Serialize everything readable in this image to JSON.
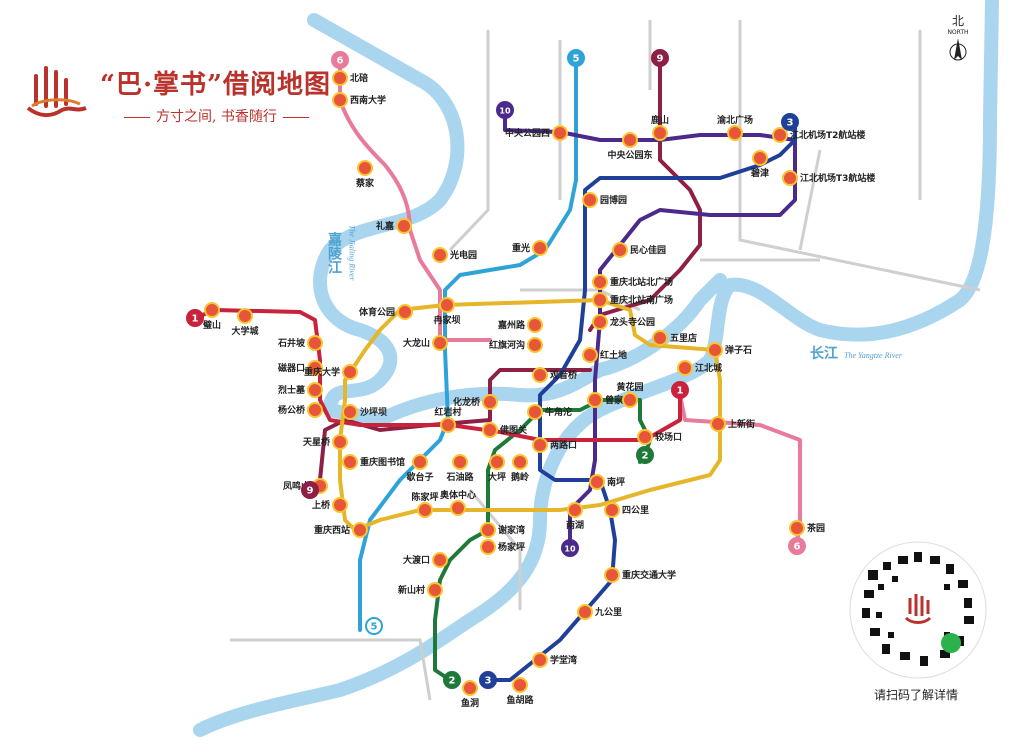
{
  "brand": {
    "title": "“巴·掌书”借阅地图",
    "slogan": "方寸之间, 书香随行",
    "accent": "#b9322c"
  },
  "compass": {
    "label_zh": "北",
    "label_en": "NORTH",
    "icon": "north-arrow-icon"
  },
  "rivers": [
    {
      "name": "嘉陵江",
      "name_en": "The Jialing River",
      "color": "#a9d5ef"
    },
    {
      "name": "长江",
      "name_en": "The Yangtze River",
      "color": "#a9d5ef"
    }
  ],
  "qr": {
    "caption": "请扫码了解详情",
    "brand_badge": "巴·掌书"
  },
  "lines": [
    {
      "id": "1",
      "color": "#c8223c"
    },
    {
      "id": "2",
      "color": "#1f7a3a"
    },
    {
      "id": "3",
      "color": "#1f3f99"
    },
    {
      "id": "5",
      "color": "#2fa3d8"
    },
    {
      "id": "6",
      "color": "#e87a9a"
    },
    {
      "id": "9",
      "color": "#8e1f45"
    },
    {
      "id": "10",
      "color": "#4b2a8c"
    },
    {
      "id": "环线",
      "color": "#e5b62a"
    }
  ],
  "line_badges": [
    "6",
    "5",
    "9",
    "10",
    "3",
    "1",
    "1",
    "2",
    "6",
    "9",
    "10",
    "5",
    "2",
    "3"
  ],
  "stations": [
    "北碚",
    "西南大学",
    "蔡家",
    "礼嘉",
    "光电园",
    "重光",
    "中央公园西",
    "中央公园东",
    "鹿山",
    "渝北广场",
    "江北机场T2航站楼",
    "江北机场T3航站楼",
    "碧津",
    "园博园",
    "民心佳园",
    "重庆北站北广场",
    "重庆北站南广场",
    "龙头寺公园",
    "五里店",
    "弹子石",
    "江北城",
    "红土地",
    "嘉州路",
    "冉家坝",
    "体育公园",
    "大龙山",
    "红旗河沟",
    "观音桥",
    "曾家岩",
    "黄花园",
    "上新街",
    "茶园",
    "璧山",
    "大学城",
    "石井坡",
    "磁器口",
    "烈士墓",
    "杨公桥",
    "重庆大学",
    "沙坪坝",
    "天星桥",
    "重庆图书馆",
    "凤鸣山",
    "上桥",
    "重庆西站",
    "红岩村",
    "化龙桥",
    "佛图关",
    "歇台子",
    "石油路",
    "大坪",
    "鹅岭",
    "牛角沱",
    "两路口",
    "较场口",
    "南坪",
    "南湖",
    "四公里",
    "陈家坪",
    "奥体中心",
    "谢家湾",
    "杨家坪",
    "大渡口",
    "新山村",
    "重庆交通大学",
    "九公里",
    "学堂湾",
    "鱼洞",
    "鱼胡路"
  ]
}
